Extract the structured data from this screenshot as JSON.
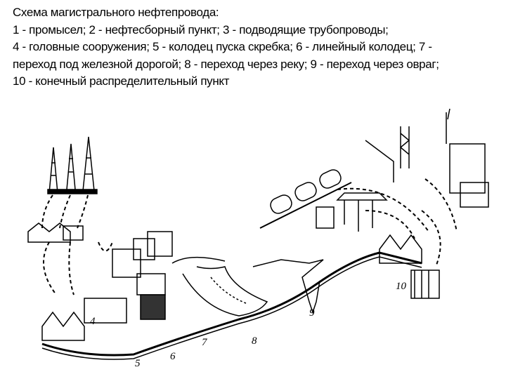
{
  "caption": {
    "title": "Схема магистрального нефтепровода:",
    "lines": [
      "1 - промысел; 2 - нефтесборный пункт; 3 - подводящие трубопроводы;",
      "4 - головные сооружения; 5 - колодец пуска скребка; 6 - линейный колодец;  7 -",
      "переход под железной дорогой; 8 - переход через реку; 9 - переход через овраг;",
      "10 - конечный распределительный пункт"
    ]
  },
  "diagram": {
    "labels": [
      "4",
      "5",
      "6",
      "7",
      "8",
      "9",
      "10"
    ]
  }
}
